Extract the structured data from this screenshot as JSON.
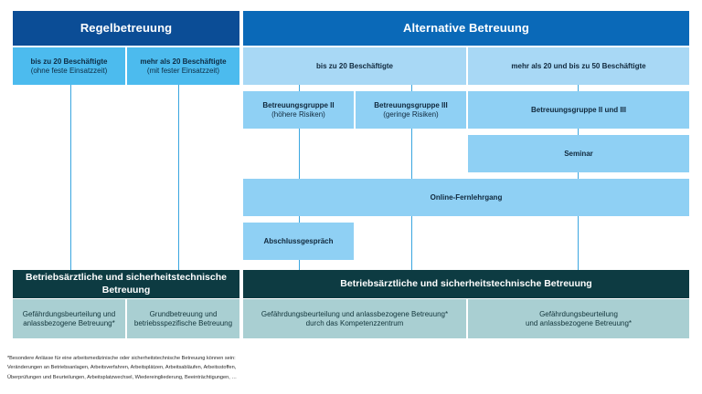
{
  "diagram": {
    "title_left": "Regelbetreuung",
    "title_right": "Alternative Betreuung",
    "left_column": {
      "sub_a_line1": "bis zu 20 Beschäftigte",
      "sub_a_line2": "(ohne feste Einsatzzeit)",
      "sub_b_line1": "mehr als 20 Beschäftigte",
      "sub_b_line2": "(mit fester Einsatzzeit)",
      "footer_title": "Betriebsärztliche und sicherheitstechnische Betreuung",
      "footer_a_line1": "Gefährdungsbeurteilung und",
      "footer_a_line2": "anlassbezogene Betreuung*",
      "footer_b_line1": "Grundbetreuung und",
      "footer_b_line2": "betriebsspezifische Betreuung"
    },
    "right_column": {
      "sub_a": "bis zu 20 Beschäftigte",
      "sub_b": "mehr als 20 und bis zu 50 Beschäftigte",
      "group_ii_line1": "Betreuungsgruppe II",
      "group_ii_line2": "(höhere Risiken)",
      "group_iii_line1": "Betreuungsgruppe III",
      "group_iii_line2": "(geringe Risiken)",
      "group_ii_iii": "Betreuungsgruppe II und III",
      "seminar": "Seminar",
      "online": "Online-Fernlehrgang",
      "abschluss": "Abschlussgespräch",
      "footer_title": "Betriebsärztliche und sicherheitstechnische Betreuung",
      "footer_a_line1": "Gefährdungsbeurteilung und anlassbezogene Betreuung*",
      "footer_a_line2": "durch das Kompetenzzentrum",
      "footer_b_line1": "Gefährdungsbeurteilung",
      "footer_b_line2": "und anlassbezogene Betreuung*"
    },
    "footnote": "*Besondere Anlässe für eine arbeitsmedizinische oder sicherheitstechnische Betreuung können sein:\n Veränderungen an Betriebsanlagen, Arbeitsverfahren, Arbeitsplätzen, Arbeitsabläufen, Arbeitsstoffen,\n Überprüfungen und Beurteilungen, Arbeitsplatzwechsel, Wiedereingliederung, Beeinträchtigungen, …",
    "colors": {
      "header_left": "#0b4d96",
      "header_right": "#0a69b8",
      "sub_bright": "#4cbbee",
      "sub_pale": "#a8d8f5",
      "teal_header": "#0d3b42",
      "teal_sub": "#a9cfd2",
      "connector": "#3aa6e0",
      "background": "#ffffff"
    }
  }
}
